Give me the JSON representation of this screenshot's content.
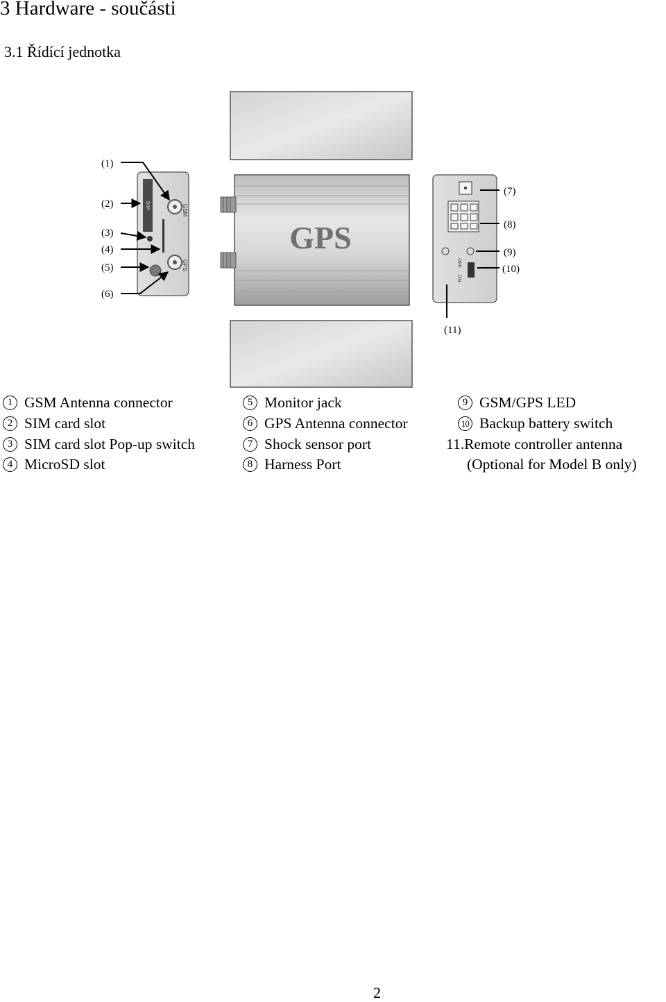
{
  "heading": {
    "section": "3 Hardware - součásti",
    "subsection": "3.1 Řídící jednotka"
  },
  "figure": {
    "device_label": "GPS",
    "port_labels": {
      "gsm": "GSM",
      "gps": "GPS",
      "sim": "SIM",
      "on": "ON",
      "off": "OFF"
    },
    "callouts": [
      "(1)",
      "(2)",
      "(3)",
      "(4)",
      "(5)",
      "(6)",
      "(7)",
      "(8)",
      "(9)",
      "(10)",
      "(11)"
    ]
  },
  "legend": {
    "col1": [
      {
        "num": "1",
        "text": "GSM Antenna connector"
      },
      {
        "num": "2",
        "text": "SIM card slot"
      },
      {
        "num": "3",
        "text": "SIM card slot Pop-up switch"
      },
      {
        "num": "4",
        "text": "MicroSD slot"
      }
    ],
    "col2": [
      {
        "num": "5",
        "text": "Monitor jack"
      },
      {
        "num": "6",
        "text": "GPS Antenna connector"
      },
      {
        "num": "7",
        "text": "Shock sensor port"
      },
      {
        "num": "8",
        "text": "Harness Port"
      }
    ],
    "col3": [
      {
        "num": "9",
        "text": "GSM/GPS LED"
      },
      {
        "num": "10",
        "text": "Backup battery switch"
      },
      {
        "text": "11.Remote controller antenna"
      },
      {
        "text": "(Optional for Model B only)"
      }
    ]
  },
  "page_number": "2"
}
